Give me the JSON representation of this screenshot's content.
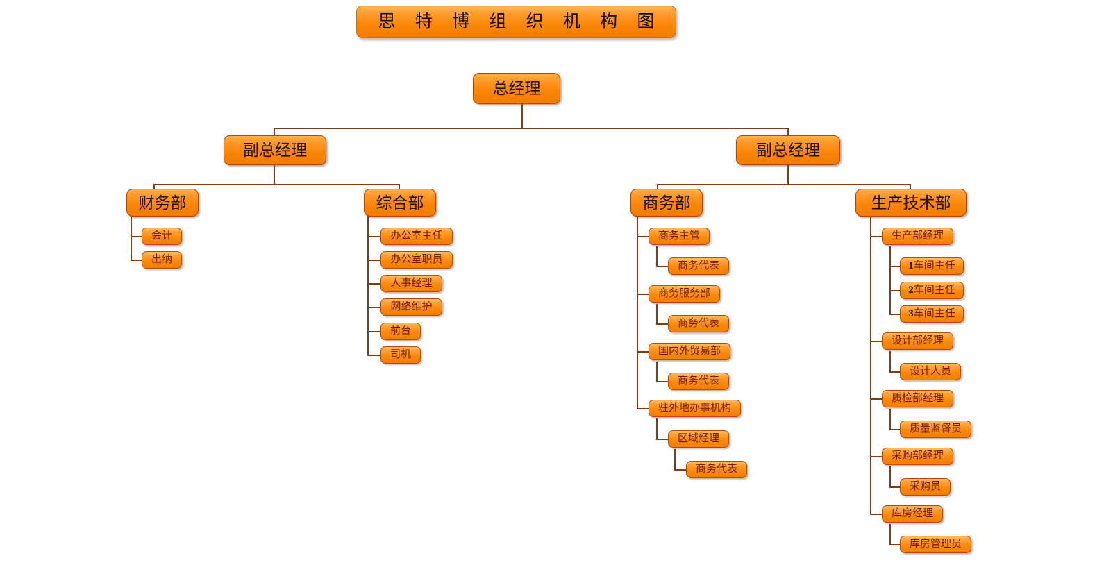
{
  "chart_data": {
    "type": "diagram",
    "diagram_type": "organizational-chart",
    "title": "思 特 博 组 织 机 构 图",
    "title_plain": "思特博组织机构图",
    "colors": {
      "node_fill_top": "#ffb04a",
      "node_fill_bottom": "#f07d00",
      "node_border": "#b8410a",
      "connector": "#8a3a12",
      "title_text": "#0c0a08",
      "small_node_text": "#6d1a05",
      "background": "#ffffff"
    },
    "root": "总经理",
    "nodes": [
      {
        "id": "gm",
        "label": "总经理",
        "level": 1,
        "parent": null
      },
      {
        "id": "dgm1",
        "label": "副总经理",
        "level": 2,
        "parent": "gm"
      },
      {
        "id": "dgm2",
        "label": "副总经理",
        "level": 2,
        "parent": "gm"
      },
      {
        "id": "fin",
        "label": "财务部",
        "level": 3,
        "parent": "dgm1"
      },
      {
        "id": "gen",
        "label": "综合部",
        "level": 3,
        "parent": "dgm1"
      },
      {
        "id": "biz",
        "label": "商务部",
        "level": 3,
        "parent": "dgm2"
      },
      {
        "id": "prod",
        "label": "生产技术部",
        "level": 3,
        "parent": "dgm2"
      },
      {
        "id": "acct",
        "label": "会计",
        "level": 4,
        "parent": "fin"
      },
      {
        "id": "cash",
        "label": "出纳",
        "level": 4,
        "parent": "fin"
      },
      {
        "id": "offdir",
        "label": "办公室主任",
        "level": 4,
        "parent": "gen"
      },
      {
        "id": "offstaff",
        "label": "办公室职员",
        "level": 4,
        "parent": "gen"
      },
      {
        "id": "hr",
        "label": "人事经理",
        "level": 4,
        "parent": "gen"
      },
      {
        "id": "net",
        "label": "网络维护",
        "level": 4,
        "parent": "gen"
      },
      {
        "id": "front",
        "label": "前台",
        "level": 4,
        "parent": "gen"
      },
      {
        "id": "driver",
        "label": "司机",
        "level": 4,
        "parent": "gen"
      },
      {
        "id": "bizmgr",
        "label": "商务主管",
        "level": 4,
        "parent": "biz"
      },
      {
        "id": "bizrep1",
        "label": "商务代表",
        "level": 5,
        "parent": "bizmgr"
      },
      {
        "id": "bizsvc",
        "label": "商务服务部",
        "level": 4,
        "parent": "biz"
      },
      {
        "id": "bizrep2",
        "label": "商务代表",
        "level": 5,
        "parent": "bizsvc"
      },
      {
        "id": "trade",
        "label": "国内外贸易部",
        "level": 4,
        "parent": "biz"
      },
      {
        "id": "bizrep3",
        "label": "商务代表",
        "level": 5,
        "parent": "trade"
      },
      {
        "id": "branch",
        "label": "驻外地办事机构",
        "level": 4,
        "parent": "biz"
      },
      {
        "id": "region",
        "label": "区域经理",
        "level": 5,
        "parent": "branch"
      },
      {
        "id": "bizrep4",
        "label": "商务代表",
        "level": 6,
        "parent": "region"
      },
      {
        "id": "prodmgr",
        "label": "生产部经理",
        "level": 4,
        "parent": "prod"
      },
      {
        "id": "ws1",
        "label": "1车间主任",
        "level": 5,
        "parent": "prodmgr",
        "bold_prefix": "1",
        "rest": "车间主任"
      },
      {
        "id": "ws2",
        "label": "2车间主任",
        "level": 5,
        "parent": "prodmgr",
        "bold_prefix": "2",
        "rest": "车间主任"
      },
      {
        "id": "ws3",
        "label": "3车间主任",
        "level": 5,
        "parent": "prodmgr",
        "bold_prefix": "3",
        "rest": "车间主任"
      },
      {
        "id": "desmgr",
        "label": "设计部经理",
        "level": 4,
        "parent": "prod"
      },
      {
        "id": "designer",
        "label": "设计人员",
        "level": 5,
        "parent": "desmgr"
      },
      {
        "id": "qcmgr",
        "label": "质检部经理",
        "level": 4,
        "parent": "prod"
      },
      {
        "id": "qcinsp",
        "label": "质量监督员",
        "level": 5,
        "parent": "qcmgr"
      },
      {
        "id": "purmgr",
        "label": "采购部经理",
        "level": 4,
        "parent": "prod"
      },
      {
        "id": "purchaser",
        "label": "采购员",
        "level": 5,
        "parent": "purmgr"
      },
      {
        "id": "whmgr",
        "label": "库房经理",
        "level": 4,
        "parent": "prod"
      },
      {
        "id": "whkeeper",
        "label": "库房管理员",
        "level": 5,
        "parent": "whmgr"
      }
    ]
  },
  "title": {
    "text": "思 特 博 组 织 机 构 图"
  },
  "l1": {
    "gm": "总经理"
  },
  "l2": {
    "dgm1": "副总经理",
    "dgm2": "副总经理"
  },
  "l3": {
    "fin": "财务部",
    "gen": "综合部",
    "biz": "商务部",
    "prod": "生产技术部"
  },
  "fin_children": [
    {
      "label": "会计"
    },
    {
      "label": "出纳"
    }
  ],
  "gen_children": [
    {
      "label": "办公室主任"
    },
    {
      "label": "办公室职员"
    },
    {
      "label": "人事经理"
    },
    {
      "label": "网络维护"
    },
    {
      "label": "前台"
    },
    {
      "label": "司机"
    }
  ],
  "biz_children": [
    {
      "label": "商务主管"
    },
    {
      "label": "商务代表"
    },
    {
      "label": "商务服务部"
    },
    {
      "label": "商务代表"
    },
    {
      "label": "国内外贸易部"
    },
    {
      "label": "商务代表"
    },
    {
      "label": "驻外地办事机构"
    },
    {
      "label": "区域经理"
    },
    {
      "label": "商务代表"
    }
  ],
  "prod_children": [
    {
      "label": "生产部经理"
    },
    {
      "num": "1",
      "label": "车间主任"
    },
    {
      "num": "2",
      "label": "车间主任"
    },
    {
      "num": "3",
      "label": "车间主任"
    },
    {
      "label": "设计部经理"
    },
    {
      "label": "设计人员"
    },
    {
      "label": "质检部经理"
    },
    {
      "label": "质量监督员"
    },
    {
      "label": "采购部经理"
    },
    {
      "label": "采购员"
    },
    {
      "label": "库房经理"
    },
    {
      "label": "库房管理员"
    }
  ]
}
